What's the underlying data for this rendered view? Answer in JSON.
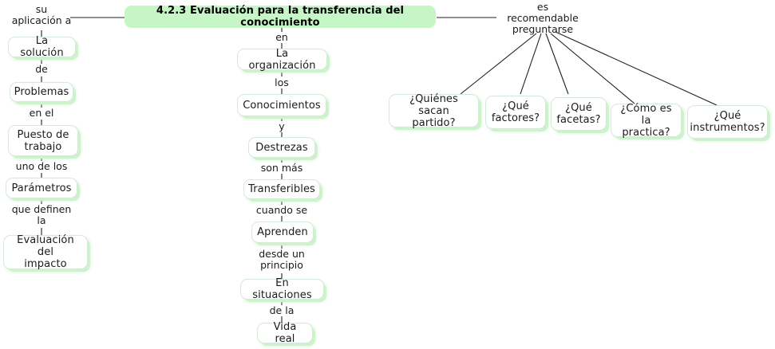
{
  "diagram": {
    "title": "4.2.3 Evaluación para la transferencia del conocimiento",
    "type": "concept-map",
    "colors": {
      "root_fill": "#c6f5c6",
      "node_fill": "#ffffff",
      "node_shadow": "#ccf3cc",
      "node_border": "#d8e8d8",
      "link_line": "#1f1f1f",
      "text": "#1b1b1b"
    }
  },
  "root": {
    "label": "4.2.3 Evaluación para la transferencia del conocimiento"
  },
  "branches": {
    "left": {
      "root_link_label": "su\naplicación a",
      "nodes": [
        {
          "label": "La solución"
        },
        {
          "label": "Problemas"
        },
        {
          "label": "Puesto de\ntrabajo"
        },
        {
          "label": "Parámetros"
        },
        {
          "label": "Evaluación del\nimpacto"
        }
      ],
      "link_labels": [
        {
          "label": "de"
        },
        {
          "label": "en el"
        },
        {
          "label": "uno de los"
        },
        {
          "label": "que definen\nla"
        }
      ]
    },
    "center": {
      "root_link_label": "en",
      "nodes": [
        {
          "label": "La organización"
        },
        {
          "label": "Conocimientos"
        },
        {
          "label": "Destrezas"
        },
        {
          "label": "Transferibles"
        },
        {
          "label": "Aprenden"
        },
        {
          "label": "En situaciones"
        },
        {
          "label": "Vida real"
        }
      ],
      "link_labels": [
        {
          "label": "los"
        },
        {
          "label": "y"
        },
        {
          "label": "son más"
        },
        {
          "label": "cuando se"
        },
        {
          "label": "desde un\nprincipio"
        },
        {
          "label": "de la"
        }
      ]
    },
    "right": {
      "root_link_label": "es\nrecomendable\npreguntarse",
      "nodes": [
        {
          "label": "¿Quiénes sacan\npartido?"
        },
        {
          "label": "¿Qué\nfactores?"
        },
        {
          "label": "¿Qué\nfacetas?"
        },
        {
          "label": "¿Cómo es\nla practica?"
        },
        {
          "label": "¿Qué\ninstrumentos?"
        }
      ]
    }
  }
}
